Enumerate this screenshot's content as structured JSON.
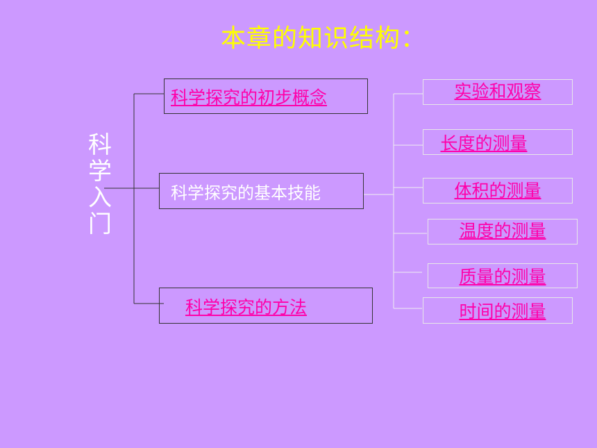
{
  "title": "本章的知识结构：",
  "root": {
    "chars": [
      "科",
      "学",
      "入",
      "门"
    ]
  },
  "branches": {
    "b1": "科学探究的初步概念",
    "b2": "科学探究的基本技能",
    "b3": "科学探究的方法"
  },
  "skills": [
    "实验和观察",
    "长度的测量",
    "体积的测量",
    "温度的测量",
    "质量的测量",
    "时间的测量"
  ],
  "colors": {
    "background": "#cc99ff",
    "title": "#ffff00",
    "link": "#ff00aa",
    "text": "#ffffff"
  }
}
